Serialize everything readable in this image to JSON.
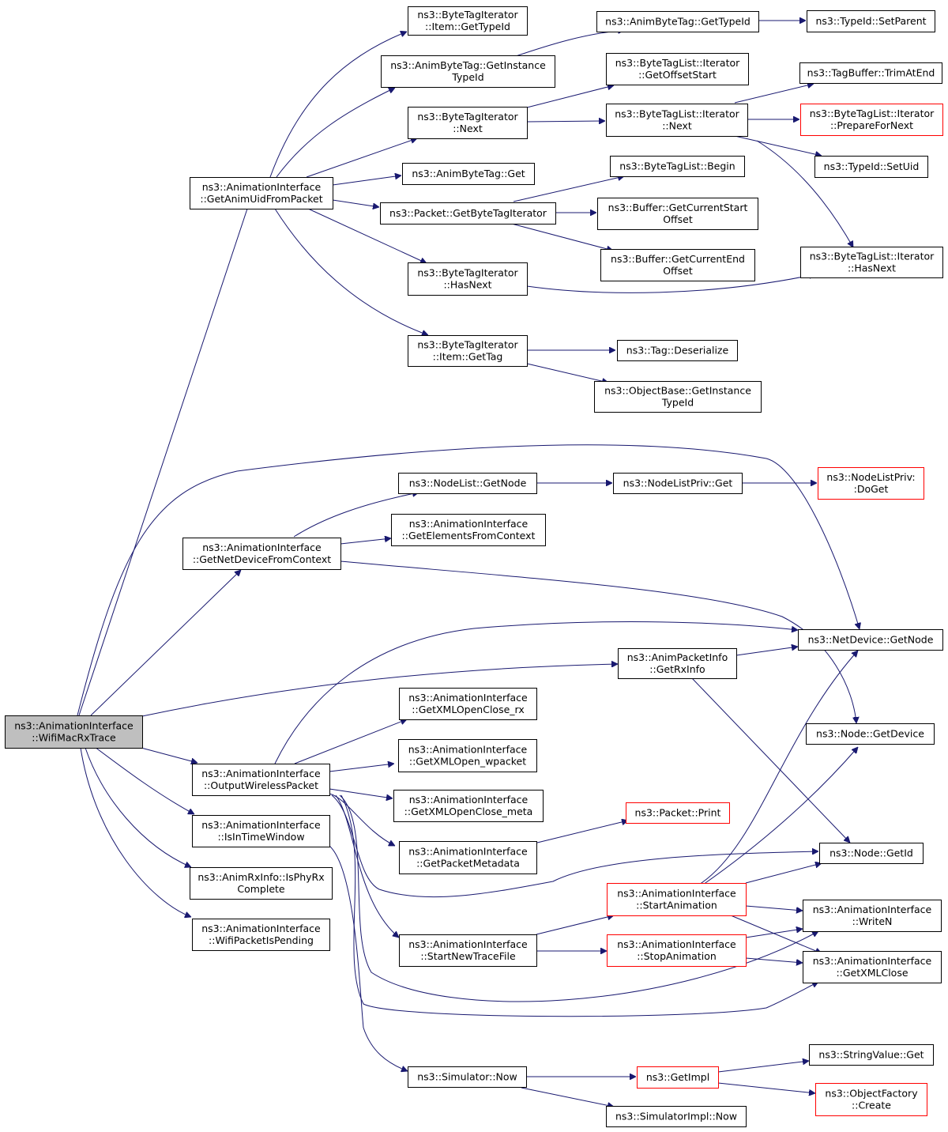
{
  "graph": {
    "colors": {
      "edge": "#191970",
      "box_border": "#000000",
      "truncated_border": "#ff0000",
      "root_fill": "#bfbfbf"
    },
    "nodes": {
      "wifimacrxtrace": {
        "lines": [
          "ns3::AnimationInterface",
          "::WifiMacRxTrace"
        ],
        "root": true
      },
      "getanimuid": {
        "lines": [
          "ns3::AnimationInterface",
          "::GetAnimUidFromPacket"
        ]
      },
      "bti_item_gettypeid": {
        "lines": [
          "ns3::ByteTagIterator",
          "::Item::GetTypeId"
        ]
      },
      "animbytetag_getinstancetypeid": {
        "lines": [
          "ns3::AnimByteTag::GetInstance",
          "TypeId"
        ]
      },
      "bti_next": {
        "lines": [
          "ns3::ByteTagIterator",
          "::Next"
        ]
      },
      "animbytetag_get": {
        "lines": [
          "ns3::AnimByteTag::Get"
        ]
      },
      "packet_getbytetagiterator": {
        "lines": [
          "ns3::Packet::GetByteTagIterator"
        ]
      },
      "bti_hasnext": {
        "lines": [
          "ns3::ByteTagIterator",
          "::HasNext"
        ]
      },
      "bti_item_gettag": {
        "lines": [
          "ns3::ByteTagIterator",
          "::Item::GetTag"
        ]
      },
      "animbytetag_gettypeid": {
        "lines": [
          "ns3::AnimByteTag::GetTypeId"
        ]
      },
      "btl_iter_getoffsetstart": {
        "lines": [
          "ns3::ByteTagList::Iterator",
          "::GetOffsetStart"
        ]
      },
      "btl_iter_next": {
        "lines": [
          "ns3::ByteTagList::Iterator",
          "::Next"
        ]
      },
      "btl_begin": {
        "lines": [
          "ns3::ByteTagList::Begin"
        ]
      },
      "buffer_getcurrentstartoffset": {
        "lines": [
          "ns3::Buffer::GetCurrentStart",
          "Offset"
        ]
      },
      "buffer_getcurrentendoffset": {
        "lines": [
          "ns3::Buffer::GetCurrentEnd",
          "Offset"
        ]
      },
      "tag_deserialize": {
        "lines": [
          "ns3::Tag::Deserialize"
        ]
      },
      "objectbase_getinstancetypeid": {
        "lines": [
          "ns3::ObjectBase::GetInstance",
          "TypeId"
        ]
      },
      "typeid_setparent": {
        "lines": [
          "ns3::TypeId::SetParent"
        ]
      },
      "tagbuffer_trimatend": {
        "lines": [
          "ns3::TagBuffer::TrimAtEnd"
        ]
      },
      "btl_iter_prepareforNext": {
        "lines": [
          "ns3::ByteTagList::Iterator",
          "::PrepareForNext"
        ],
        "truncated": true
      },
      "typeid_setuid": {
        "lines": [
          "ns3::TypeId::SetUid"
        ]
      },
      "btl_iter_hasnext": {
        "lines": [
          "ns3::ByteTagList::Iterator",
          "::HasNext"
        ]
      },
      "getnetdevicefromcontext": {
        "lines": [
          "ns3::AnimationInterface",
          "::GetNetDeviceFromContext"
        ]
      },
      "nodelist_getnode": {
        "lines": [
          "ns3::NodeList::GetNode"
        ]
      },
      "getelementsfromcontext": {
        "lines": [
          "ns3::AnimationInterface",
          "::GetElementsFromContext"
        ]
      },
      "nodelistpriv_get": {
        "lines": [
          "ns3::NodeListPriv::Get"
        ]
      },
      "nodelistpriv_doget": {
        "lines": [
          "ns3::NodeListPriv:",
          ":DoGet"
        ],
        "truncated": true
      },
      "netdevice_getnode": {
        "lines": [
          "ns3::NetDevice::GetNode"
        ]
      },
      "animpacketinfo_getrxinfo": {
        "lines": [
          "ns3::AnimPacketInfo",
          "::GetRxInfo"
        ]
      },
      "node_getdevice": {
        "lines": [
          "ns3::Node::GetDevice"
        ]
      },
      "getxmlopenclose_rx": {
        "lines": [
          "ns3::AnimationInterface",
          "::GetXMLOpenClose_rx"
        ]
      },
      "outputwirelesspacket": {
        "lines": [
          "ns3::AnimationInterface",
          "::OutputWirelessPacket"
        ]
      },
      "getxmlopen_wpacket": {
        "lines": [
          "ns3::AnimationInterface",
          "::GetXMLOpen_wpacket"
        ]
      },
      "getxmlopenclose_meta": {
        "lines": [
          "ns3::AnimationInterface",
          "::GetXMLOpenClose_meta"
        ]
      },
      "packet_print": {
        "lines": [
          "ns3::Packet::Print"
        ],
        "truncated": true
      },
      "istimewindow": {
        "lines": [
          "ns3::AnimationInterface",
          "::IsInTimeWindow"
        ]
      },
      "getpacketmetadata": {
        "lines": [
          "ns3::AnimationInterface",
          "::GetPacketMetadata"
        ]
      },
      "node_getid": {
        "lines": [
          "ns3::Node::GetId"
        ]
      },
      "animrxinfo_isphyrxcomplete": {
        "lines": [
          "ns3::AnimRxInfo::IsPhyRx",
          "Complete"
        ]
      },
      "startanimation": {
        "lines": [
          "ns3::AnimationInterface",
          "::StartAnimation"
        ],
        "truncated": true
      },
      "writen": {
        "lines": [
          "ns3::AnimationInterface",
          "::WriteN"
        ]
      },
      "wifipacketispending": {
        "lines": [
          "ns3::AnimationInterface",
          "::WifiPacketIsPending"
        ]
      },
      "startnewtracefile": {
        "lines": [
          "ns3::AnimationInterface",
          "::StartNewTraceFile"
        ]
      },
      "stopanimation": {
        "lines": [
          "ns3::AnimationInterface",
          "::StopAnimation"
        ],
        "truncated": true
      },
      "getxmlclose": {
        "lines": [
          "ns3::AnimationInterface",
          "::GetXMLClose"
        ]
      },
      "simulator_now": {
        "lines": [
          "ns3::Simulator::Now"
        ]
      },
      "getimpl": {
        "lines": [
          "ns3::GetImpl"
        ],
        "truncated": true
      },
      "stringvalue_get": {
        "lines": [
          "ns3::StringValue::Get"
        ]
      },
      "objectfactory_create": {
        "lines": [
          "ns3::ObjectFactory",
          "::Create"
        ],
        "truncated": true
      },
      "simulatorimpl_now": {
        "lines": [
          "ns3::SimulatorImpl::Now"
        ]
      }
    }
  }
}
